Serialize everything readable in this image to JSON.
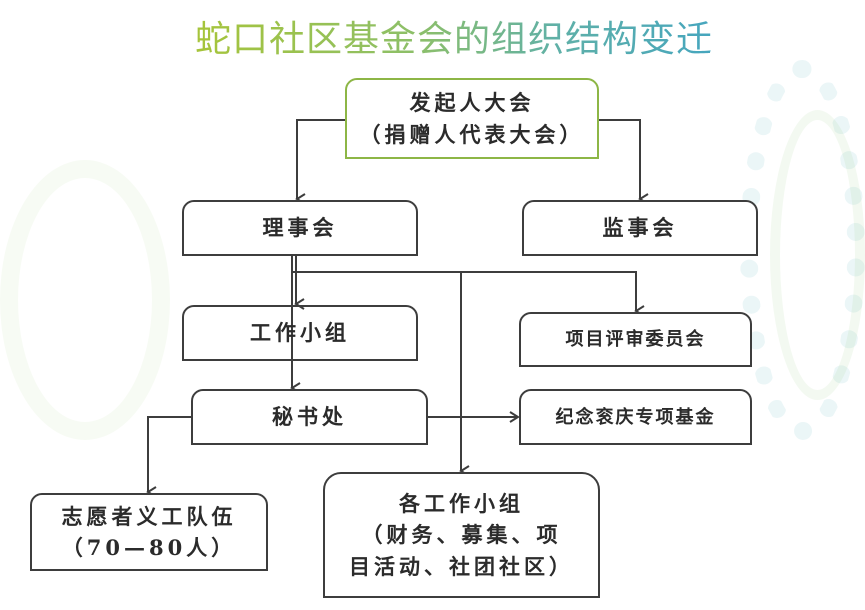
{
  "title": "蛇口社区基金会的组织结构变迁",
  "nodes": {
    "founders": {
      "line1": "发起人大会",
      "line2": "（捐赠人代表大会）"
    },
    "board": "理事会",
    "supervisors": "监事会",
    "working_group": "工作小组",
    "project_review": "项目评审委员会",
    "secretariat": "秘书处",
    "memorial_fund": "纪念衮庆专项基金",
    "volunteers": {
      "line1": "志愿者义工队伍",
      "line2": "（70—80人）"
    },
    "work_groups": {
      "line1": "各工作小组",
      "line2": "（财务、募集、项",
      "line3": "目活动、社团社区）"
    }
  },
  "colors": {
    "title_start": "#a6c43a",
    "title_end": "#3fa3c4",
    "top_border": "#8db646",
    "line": "#3d3d3d"
  }
}
